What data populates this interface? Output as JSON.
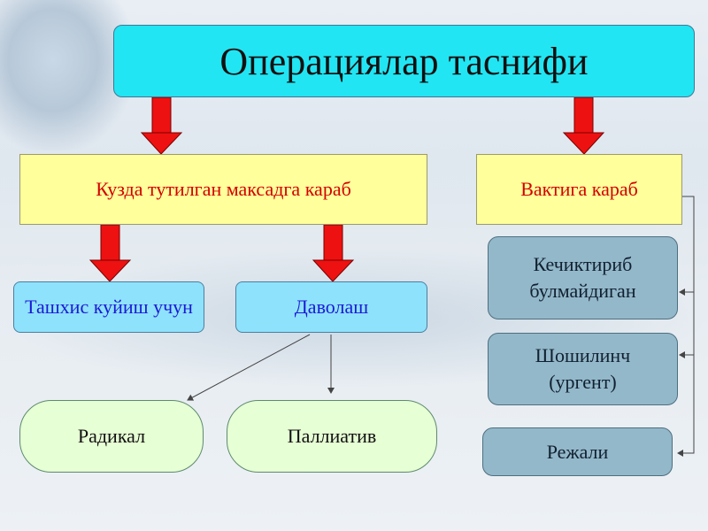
{
  "title": "Операциялар таснифи",
  "categories": {
    "by_purpose": "Кузда тутилган максадга караб",
    "by_time": "Вактига караб"
  },
  "purpose_children": {
    "diagnostic": "Ташхис куйиш учун",
    "treatment": "Даволаш"
  },
  "treatment_children": {
    "radical": "Радикал",
    "palliative": "Паллиатив"
  },
  "time_children": {
    "non_urgent_line1": "Кечиктириб",
    "non_urgent_line2": "булмайдиган",
    "urgent_line1": "Шошилинч",
    "urgent_line2": "(ургент)",
    "planned": "Режали"
  },
  "colors": {
    "title_fill": "#22e5f3",
    "category_fill": "#ffff9c",
    "category_text": "#d30000",
    "sub_fill": "#8fe2fb",
    "sub_text": "#1a1ad6",
    "leaf_fill": "#e6ffd4",
    "time_fill": "#93b8c9",
    "arrow_fill": "#ee1111"
  }
}
